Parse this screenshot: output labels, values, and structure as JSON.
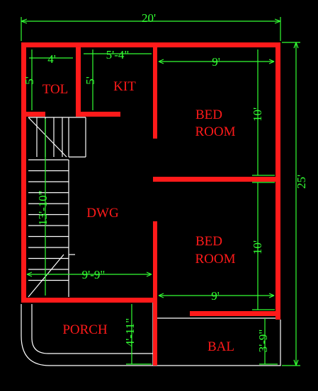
{
  "colors": {
    "background": "#000000",
    "wall": "#ff1a1a",
    "dimension": "#33ff33",
    "outline": "#ffffff"
  },
  "rooms": {
    "tol": "TOL",
    "kit": "KIT",
    "bedroom1_line1": "BED",
    "bedroom1_line2": "ROOM",
    "bedroom2_line1": "BED",
    "bedroom2_line2": "ROOM",
    "dwg": "DWG",
    "porch": "PORCH",
    "bal": "BAL"
  },
  "dimensions": {
    "overall_width": "20'",
    "overall_depth": "25'",
    "tol_width": "4'",
    "tol_depth": "5'",
    "kit_width": "5'-4\"",
    "kit_depth": "5'",
    "bed1_width": "9'",
    "bed1_depth": "10'",
    "bed2_width": "9'",
    "bed2_depth": "10'",
    "dwg_depth": "13'-10\"",
    "dwg_width": "9'-9\"",
    "porch_depth": "4'-11\"",
    "bal_depth": "3'-9\""
  }
}
